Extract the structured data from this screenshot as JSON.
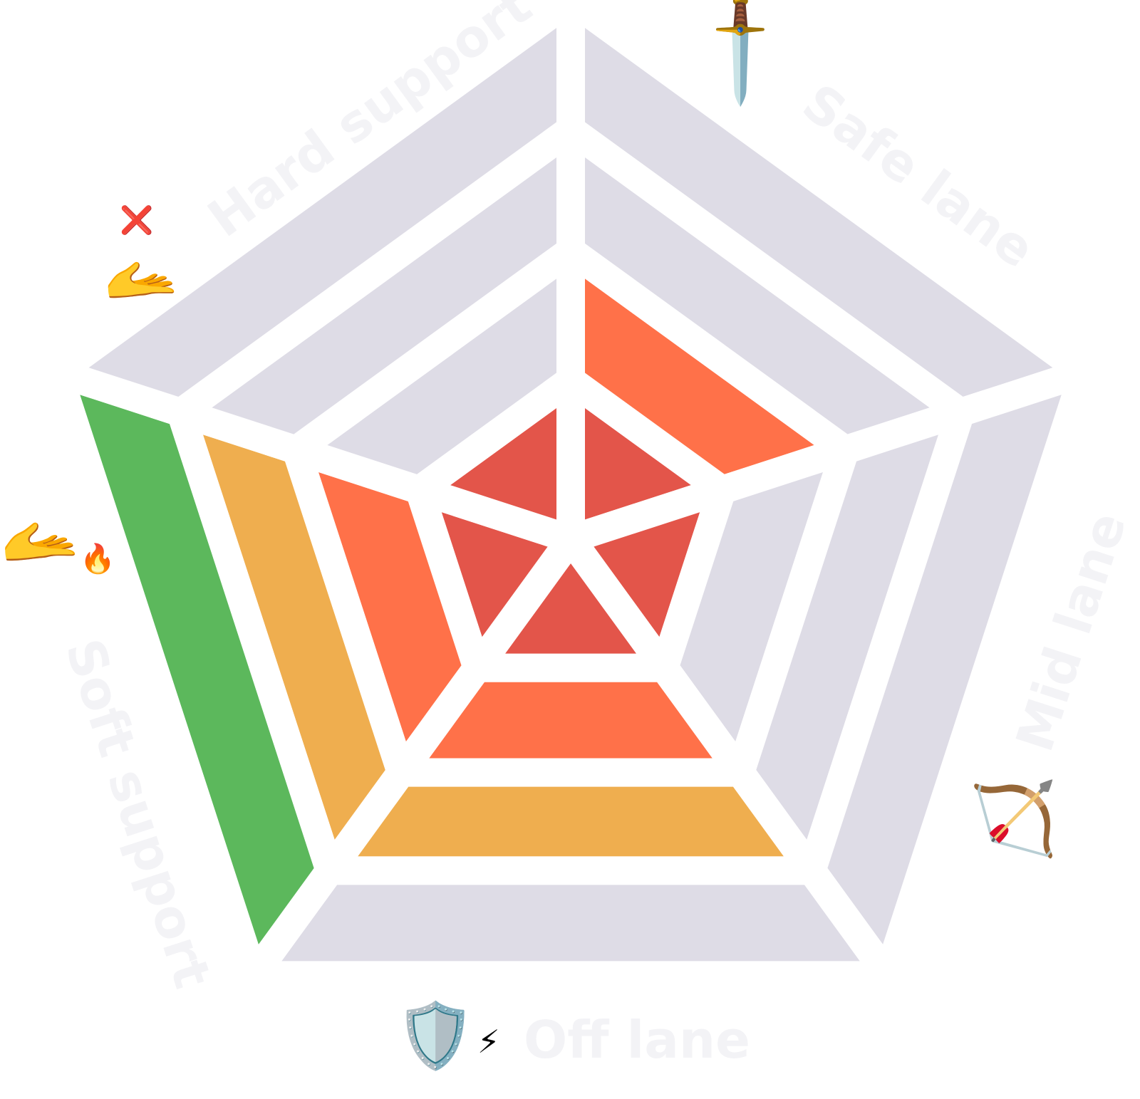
{
  "chart_data": {
    "type": "radar",
    "title": "",
    "levels": 4,
    "level_colors": [
      "#E3554A",
      "#FF7149",
      "#EFAE4F",
      "#5CB85C"
    ],
    "empty_color": "#DEDCE6",
    "categories": [
      "Safe lane",
      "Mid lane",
      "Off lane",
      "Soft support",
      "Hard support"
    ],
    "values": [
      2,
      1,
      3,
      4,
      1
    ],
    "icons": [
      "dagger-icon",
      "bow-and-arrow-icon",
      "shield-icon",
      "palm-up-hand-fire-icon",
      "palm-up-hand-cross-icon"
    ]
  },
  "icon_glyphs": {
    "dagger": "🗡️",
    "bow": "🏹",
    "shield": "🛡️",
    "bolt": "⚡",
    "hand": "🫴",
    "fire": "🔥",
    "cross": "❌"
  }
}
